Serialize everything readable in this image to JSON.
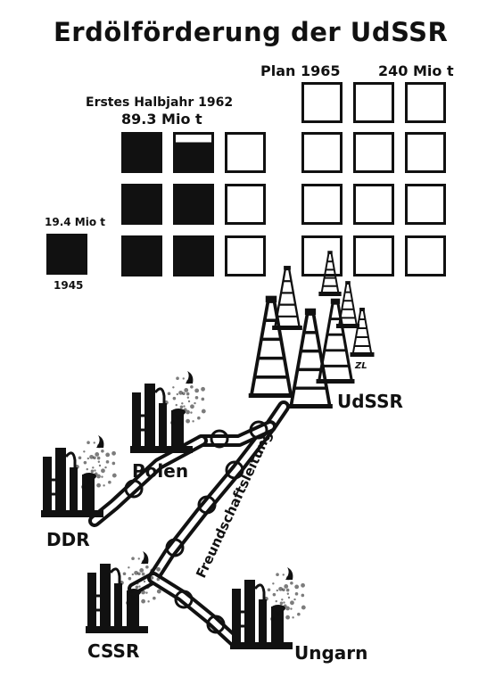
{
  "title": "Erdölförderung der UdSSR",
  "labels": {
    "plan_1965": "Plan 1965",
    "plan_amount": "240 Mio t",
    "first_half_1962": "Erstes Halbjahr 1962",
    "amount_1962": "89.3 Mio t",
    "amount_1945": "19.4 Mio t",
    "year_1945": "1945",
    "pipeline": "Freundschaftsleitung",
    "signature": "ZL"
  },
  "countries": {
    "udssr": "UdSSR",
    "polen": "Polen",
    "ddr": "DDR",
    "cssr": "CSSR",
    "ungarn": "Ungarn"
  },
  "chart_data": {
    "type": "pictogram",
    "title": "Erdölförderung der UdSSR",
    "categories": [
      "1945",
      "Erstes Halbjahr 1962",
      "Plan 1965"
    ],
    "values_mio_t": [
      19.4,
      89.3,
      240
    ],
    "squares_filled": [
      1,
      5.75,
      0
    ],
    "squares_total": [
      1,
      9,
      12
    ]
  },
  "colors": {
    "ink": "#111111",
    "paper": "#ffffff"
  }
}
